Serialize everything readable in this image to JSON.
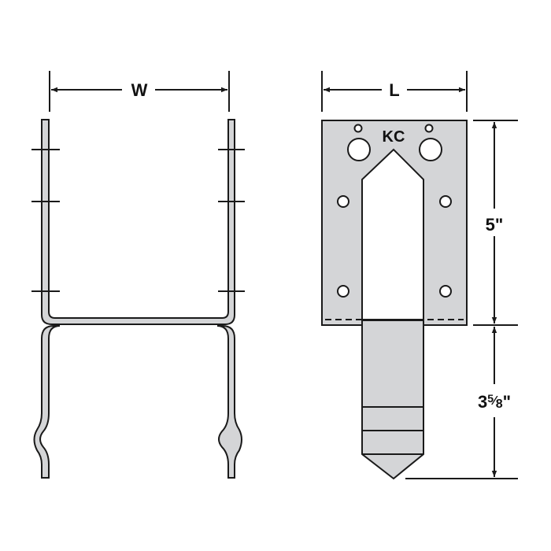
{
  "diagram": {
    "width_label": "W",
    "length_label": "L",
    "stamp_label": "KC",
    "upper_height_label": "5\"",
    "lower_height_whole": "3",
    "lower_height_num": "5",
    "lower_height_sep": "⁄",
    "lower_height_den": "8",
    "lower_height_unit": "\"",
    "colors": {
      "steel": "#d4d5d7",
      "line": "#1a1a1a"
    }
  }
}
